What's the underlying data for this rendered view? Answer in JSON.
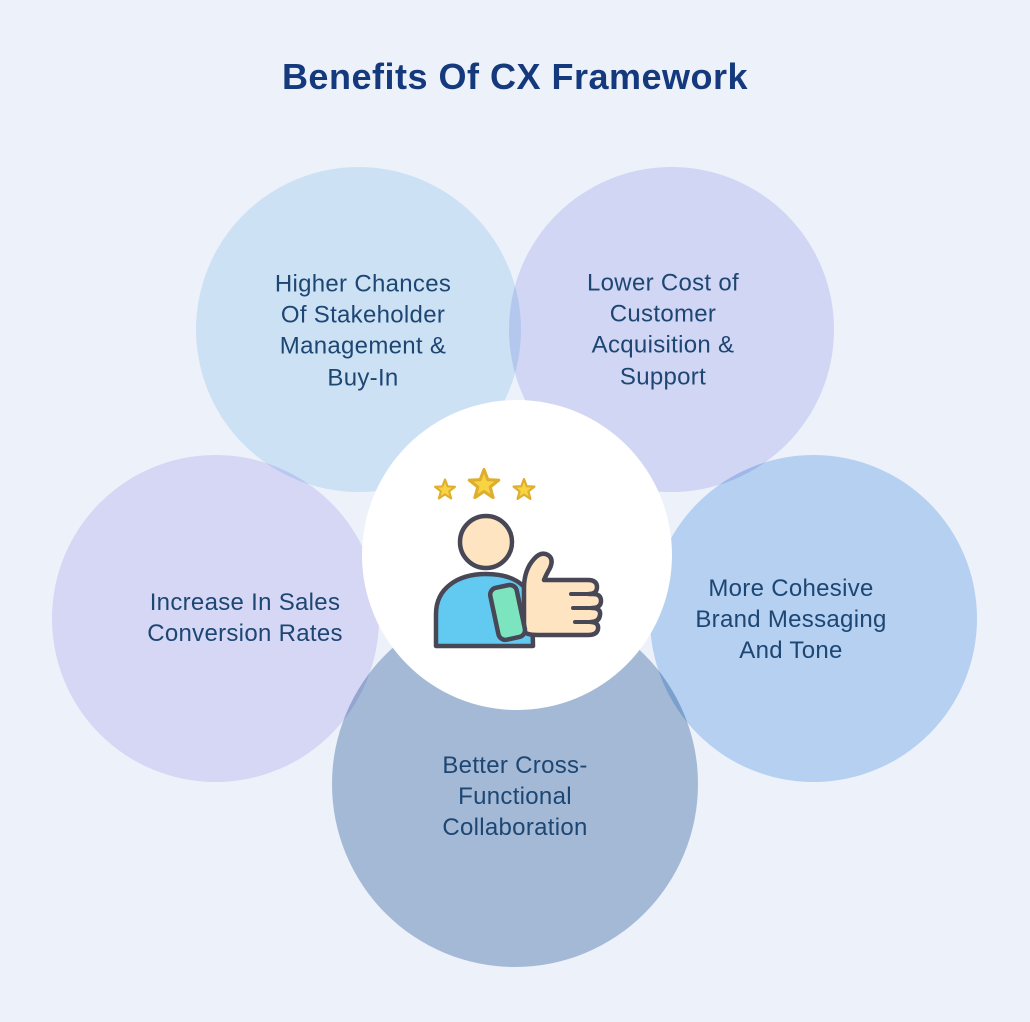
{
  "page": {
    "background": "#edf1fa"
  },
  "title": {
    "text": "Benefits Of CX Framework",
    "color": "#15397d"
  },
  "diagram": {
    "type": "flower-venn-infographic",
    "center_icon": "person-thumbs-up-with-three-stars",
    "text_color": "#1d4673",
    "petals": [
      {
        "id": "stakeholder-buy-in",
        "position": "top-left",
        "color": "#ddeffa",
        "label": "Higher Chances\nOf Stakeholder\nManagement &\nBuy-In"
      },
      {
        "id": "lower-cost",
        "position": "top-right",
        "color": "#e0e3f8",
        "label": "Lower Cost of\nCustomer\nAcquisition &\nSupport"
      },
      {
        "id": "brand-messaging",
        "position": "right",
        "color": "#c3dcf5",
        "label": "More Cohesive\nBrand Messaging\nAnd Tone"
      },
      {
        "id": "collaboration",
        "position": "bottom",
        "color": "#afc4da",
        "label": "Better Cross-\nFunctional\nCollaboration"
      },
      {
        "id": "sales-conversion",
        "position": "left",
        "color": "#e7e3fa",
        "label": "Increase In Sales\nConversion Rates"
      }
    ],
    "icon_colors": {
      "star": "#f7d443",
      "skin": "#ffe4c2",
      "shirt": "#62c9f1",
      "cuff": "#7ce5c0",
      "outline": "#474756",
      "center_background": "#ffffff"
    }
  }
}
